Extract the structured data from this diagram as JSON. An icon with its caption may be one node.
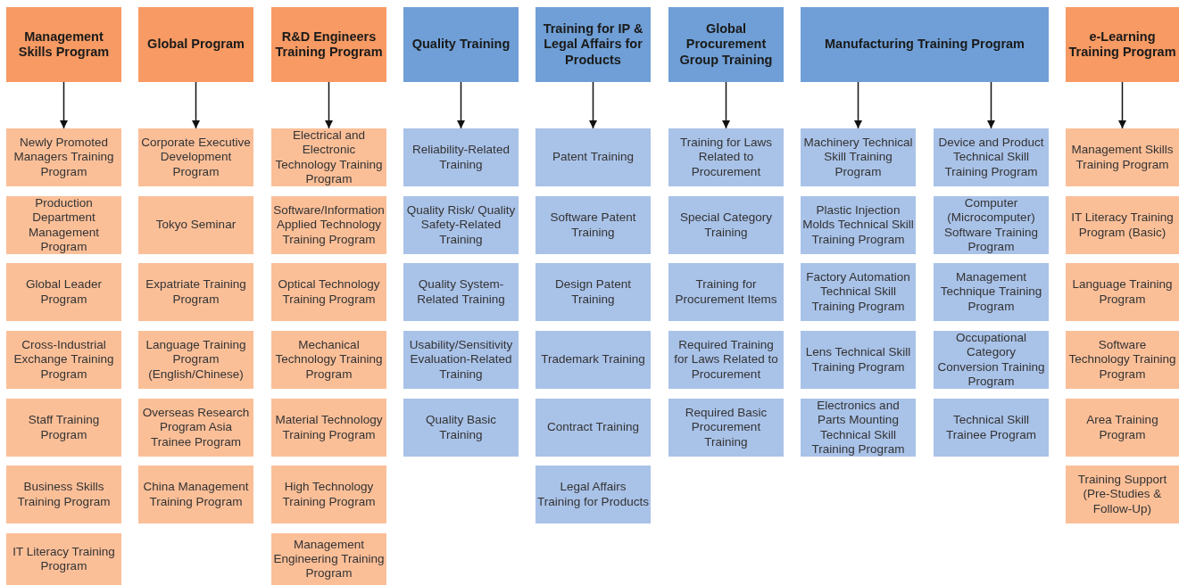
{
  "diagram": {
    "nodes": [
      {
        "text": [
          "Management Skills Program"
        ]
      },
      {
        "text": [
          "Newly Promoted Managers Training Program"
        ]
      },
      {
        "text": [
          "Production Department Management Program"
        ]
      },
      {
        "text": [
          "Global Leader Program"
        ]
      },
      {
        "text": [
          "Cross-Industrial Exchange Training Program"
        ]
      },
      {
        "text": [
          "Staff Training Program"
        ]
      },
      {
        "text": [
          "Business Skills Training Program"
        ]
      },
      {
        "text": [
          "IT Literacy Training Program"
        ]
      },
      {
        "text": [
          "Global Program"
        ]
      },
      {
        "text": [
          "Corporate Executive Development Program"
        ]
      },
      {
        "text": [
          "Tokyo Seminar"
        ]
      },
      {
        "text": [
          "Expatriate Training Program"
        ]
      },
      {
        "text": [
          "Language Training Program (English/Chinese)"
        ]
      },
      {
        "text": [
          "Overseas Research Program Asia Trainee Program"
        ]
      },
      {
        "text": [
          "China Management Training Program"
        ]
      },
      {
        "text": [
          "R&D Engineers Training Program"
        ]
      },
      {
        "text": [
          "Electrical and Electronic Technology Training Program"
        ]
      },
      {
        "text": [
          "Software/Information Applied Technology Training Program"
        ]
      },
      {
        "text": [
          "Optical Technology Training Program"
        ]
      },
      {
        "text": [
          "Mechanical Technology Training Program"
        ]
      },
      {
        "text": [
          "Material Technology Training Program"
        ]
      },
      {
        "text": [
          "High Technology Training Program"
        ]
      },
      {
        "text": [
          "Management Engineering Training Program"
        ]
      },
      {
        "text": [
          "Quality Training"
        ]
      },
      {
        "text": [
          "Reliability-Related Training"
        ]
      },
      {
        "text": [
          "Quality Risk/ Quality Safety-Related Training"
        ]
      },
      {
        "text": [
          "Quality System-Related Training"
        ]
      },
      {
        "text": [
          "Usability/Sensitivity Evaluation-Related Training"
        ]
      },
      {
        "text": [
          "Quality Basic Training"
        ]
      },
      {
        "text": [
          "Training for IP & Legal Affairs for Products"
        ]
      },
      {
        "text": [
          "Patent Training"
        ]
      },
      {
        "text": [
          "Software Patent Training"
        ]
      },
      {
        "text": [
          "Design Patent Training"
        ]
      },
      {
        "text": [
          "Trademark Training"
        ]
      },
      {
        "text": [
          "Contract Training"
        ]
      },
      {
        "text": [
          "Legal Affairs Training for Products"
        ]
      },
      {
        "text": [
          "Global Procurement Group Training"
        ]
      },
      {
        "text": [
          "Training for Laws Related to Procurement"
        ]
      },
      {
        "text": [
          "Special Category Training"
        ]
      },
      {
        "text": [
          "Training for Procurement Items"
        ]
      },
      {
        "text": [
          "Required Training for Laws Related to Procurement"
        ]
      },
      {
        "text": [
          "Required Basic Procurement Training"
        ]
      },
      {
        "text": [
          "Manufacturing Training Program"
        ]
      },
      {
        "text": [
          "Machinery Technical Skill Training Program"
        ]
      },
      {
        "text": [
          "Plastic Injection Molds Technical Skill Training Program"
        ]
      },
      {
        "text": [
          "Factory Automation Technical Skill Training Program"
        ]
      },
      {
        "text": [
          "Lens Technical Skill Training Program"
        ]
      },
      {
        "text": [
          "Electronics and Parts Mounting Technical Skill Training Program"
        ]
      },
      {
        "text": [
          "Device and Product Technical Skill Training Program"
        ]
      },
      {
        "text": [
          "Computer (Microcomputer) Software Training Program"
        ]
      },
      {
        "text": [
          "Management Technique Training Program"
        ]
      },
      {
        "text": [
          "Occupational Category Conversion Training Program"
        ]
      },
      {
        "text": [
          "Technical Skill Trainee Program"
        ]
      },
      {
        "text": [
          "e-Learning Training Program"
        ]
      },
      {
        "text": [
          "Management Skills Training Program"
        ]
      },
      {
        "text": [
          "IT Literacy Training Program (Basic)"
        ]
      },
      {
        "text": [
          "Language Training Program"
        ]
      },
      {
        "text": [
          "Software Technology Training Program"
        ]
      },
      {
        "text": [
          "Area Training Program"
        ]
      },
      {
        "text": [
          "Training Support (Pre-Studies & Follow-Up)"
        ]
      }
    ],
    "edges": [
      {
        "from": 0,
        "to": 1,
        "arrow": "to"
      },
      {
        "from": 8,
        "to": 9,
        "arrow": "to"
      },
      {
        "from": 15,
        "to": 16,
        "arrow": "to"
      },
      {
        "from": 23,
        "to": 24,
        "arrow": "to"
      },
      {
        "from": 29,
        "to": 30,
        "arrow": "to"
      },
      {
        "from": 36,
        "to": 37,
        "arrow": "to"
      },
      {
        "from": 42,
        "to": 43,
        "arrow": "to"
      },
      {
        "from": 42,
        "to": 48,
        "arrow": "to"
      },
      {
        "from": 53,
        "to": 54,
        "arrow": "to"
      }
    ]
  }
}
